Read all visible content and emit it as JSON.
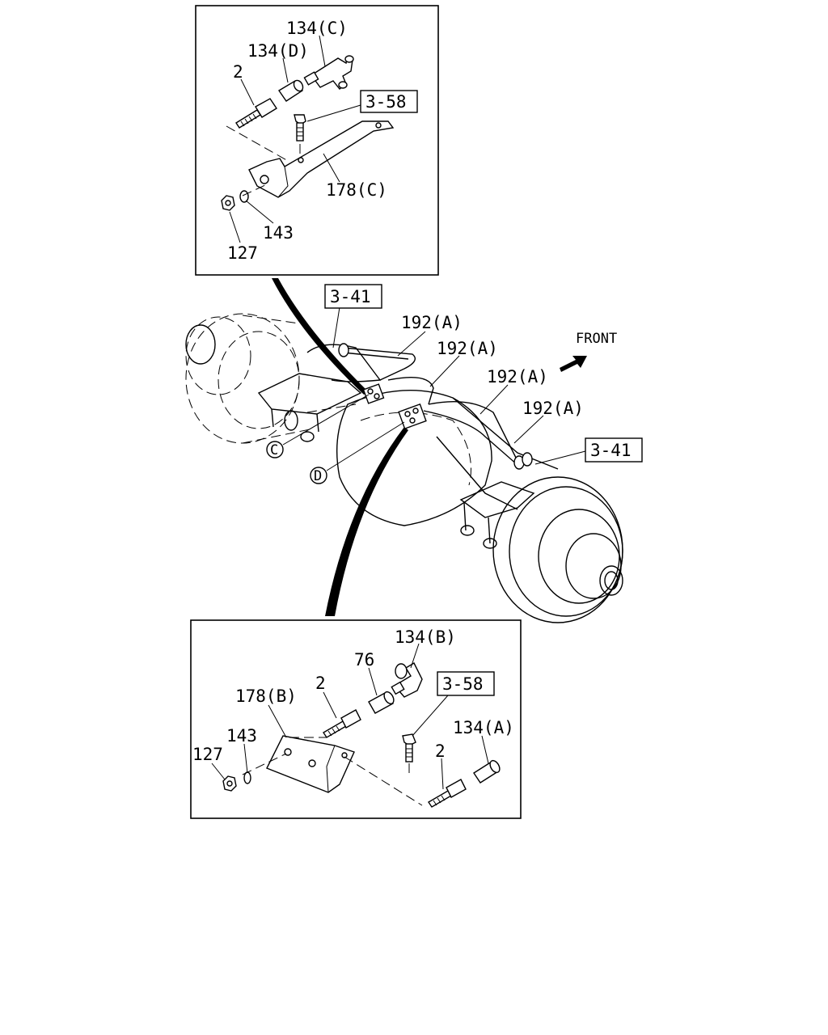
{
  "top_detail": {
    "labels": {
      "part_134c": "134(C)",
      "part_134d": "134(D)",
      "part_2": "2",
      "ref_358": "3-58",
      "part_178c": "178(C)",
      "part_143": "143",
      "part_127": "127"
    }
  },
  "main_view": {
    "labels": {
      "ref_341_top": "3-41",
      "ref_341_right": "3-41",
      "hose_1": "192(A)",
      "hose_2": "192(A)",
      "hose_3": "192(A)",
      "hose_4": "192(A)",
      "front": "FRONT",
      "callout_c": "C",
      "callout_d": "D"
    }
  },
  "bottom_detail": {
    "labels": {
      "part_134b": "134(B)",
      "part_76": "76",
      "part_2_upper": "2",
      "ref_358": "3-58",
      "part_178b": "178(B)",
      "part_143": "143",
      "part_127": "127",
      "part_2_lower": "2",
      "part_134a": "134(A)"
    }
  }
}
